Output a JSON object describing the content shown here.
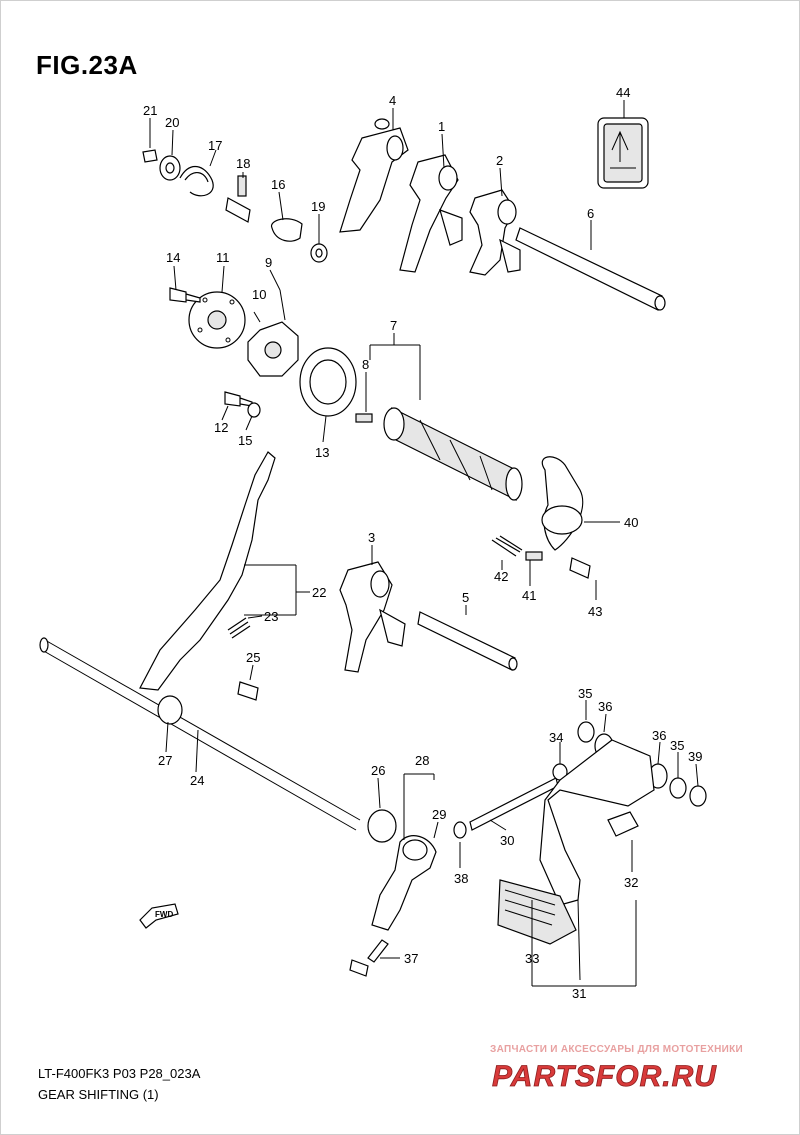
{
  "figure": {
    "title": "FIG.23A",
    "model_code": "LT-F400FK3 P03 P28_023A",
    "caption": "GEAR SHIFTING (1)",
    "fwd_label": "FWD"
  },
  "callouts": [
    "21",
    "20",
    "17",
    "18",
    "16",
    "19",
    "4",
    "1",
    "2",
    "6",
    "44",
    "14",
    "11",
    "9",
    "10",
    "7",
    "8",
    "12",
    "15",
    "13",
    "3",
    "5",
    "22",
    "23",
    "25",
    "40",
    "42",
    "41",
    "43",
    "27",
    "24",
    "26",
    "28",
    "29",
    "30",
    "38",
    "34",
    "35",
    "36",
    "36",
    "35",
    "39",
    "32",
    "37",
    "33",
    "31"
  ],
  "watermark": {
    "subtitle": "ЗАПЧАСТИ И АКСЕССУАРЫ ДЛЯ МОТОТЕХНИКИ",
    "brand": "PARTSFOR.RU",
    "color": "#d83a3a"
  }
}
